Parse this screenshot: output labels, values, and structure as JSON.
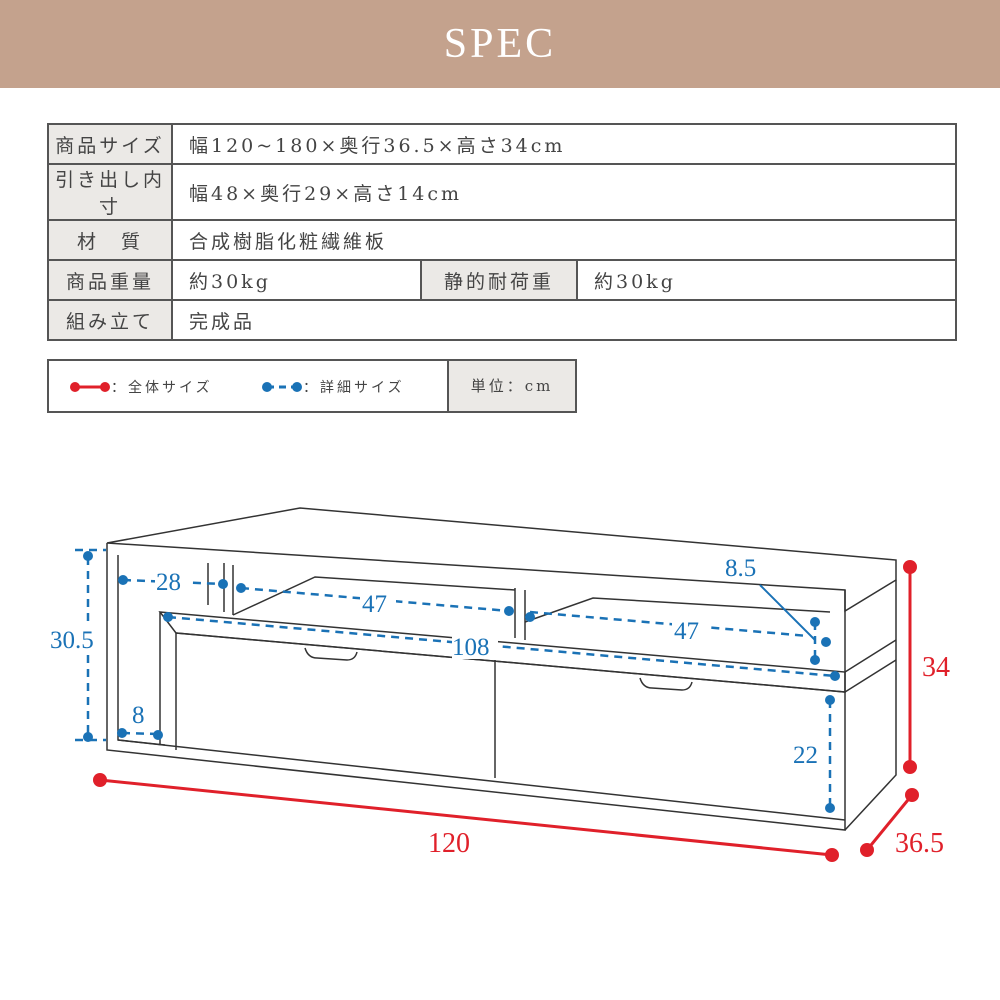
{
  "header": {
    "title": "SPEC"
  },
  "spec": {
    "size_label": "商品サイズ",
    "size_value": "幅120~180×奥行36.5×高さ34cm",
    "drawer_label": "引き出し内寸",
    "drawer_value": "幅48×奥行29×高さ14cm",
    "material_label": "材　質",
    "material_value": "合成樹脂化粧繊維板",
    "weight_label": "商品重量",
    "weight_value": "約30kg",
    "load_label": "静的耐荷重",
    "load_value": "約30kg",
    "assembly_label": "組み立て",
    "assembly_value": "完成品"
  },
  "legend": {
    "overall": "：全体サイズ",
    "detail": "：詳細サイズ",
    "unit": "単位：cm"
  },
  "colors": {
    "overall": "#e0202a",
    "detail": "#1a72b6",
    "header": "#c4a28d"
  },
  "dimensions": {
    "width": "120",
    "depth": "36.5",
    "height": "34",
    "inner_height": "30.5",
    "left_shelf": "28",
    "shelf1": "47",
    "shelf2": "47",
    "drawer_span": "108",
    "side": "8",
    "right_gap": "8.5",
    "drawer_height": "22"
  }
}
